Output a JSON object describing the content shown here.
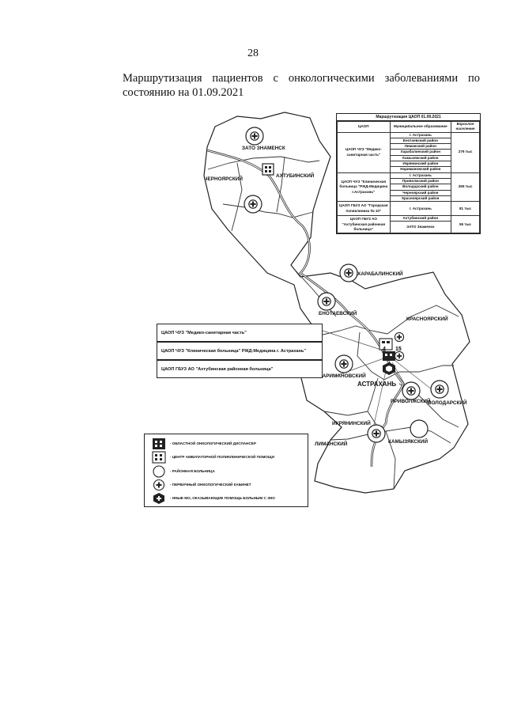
{
  "page_number": "28",
  "title": "Маршрутизация пациентов с онкологическими заболеваниями по состоянию на 01.09.2021",
  "regions": {
    "zato_znamensk": "ЗАТО ЗНАМЕНСК",
    "akhtubinsky": "АХТУБИНСКИЙ",
    "chernoyarsky": "ЧЕРНОЯРСКИЙ",
    "kharabalinsky": "ХАРАБАЛИНСКИЙ",
    "enotaevsky": "ЕНОТАЕВСКИЙ",
    "krasnoyarsky": "КРАСНОЯРСКИЙ",
    "narimanovsky": "НАРИМАНОВСКИЙ",
    "astrakhan": "АСТРАХАНЬ",
    "privolzhsky": "ПРИВОЛЖСКИЙ",
    "volodarsky": "ВОЛОДАРСКИЙ",
    "ikryaninsky": "ИКРЯНИНСКИЙ",
    "limansky": "ЛИМАНСКИЙ",
    "kamyzyaksky": "КАМЫЗЯКСКИЙ"
  },
  "marker_numbers": {
    "n4": "4",
    "n15": "15"
  },
  "routing_table": {
    "caption": "Маршрутизация ЦАОП 01.09.2021",
    "headers": [
      "ЦАОП",
      "Муниципальное образование",
      "Взрослое население"
    ],
    "groups": [
      {
        "caop": "ЦАОП ЧУЗ \"Медико-санитарная часть\"",
        "population": "279 тыс",
        "municipalities": [
          "г. Астрахань",
          "Енотаевский район",
          "Лиманский район",
          "Харабалинский район",
          "Камызякский район",
          "Икрянинский район",
          "Наримановский район"
        ]
      },
      {
        "caop": "ЦАОП ЧУЗ \"Клиническая больница \"РЖД-Медицина г.Астрахань\"",
        "population": "295 тыс",
        "municipalities": [
          "г. Астрахань",
          "Приволжский район",
          "Володарский район",
          "Черноярский район",
          "Красноярский район"
        ]
      },
      {
        "caop": "ЦАОП ГБУЗ АО \"Городская поликлиника № 10\"",
        "population": "81 тыс",
        "municipalities": [
          "г. Астрахань"
        ]
      },
      {
        "caop": "ЦАОП ГБУЗ АО \"Ахтубинская районная больница\"",
        "population": "55 тыс",
        "municipalities": [
          "Ахтубинский район",
          "ЗАТО Знаменск"
        ]
      }
    ]
  },
  "caop_legend": [
    "ЦАОП ЧУЗ \"Медико-санитарная часть\"",
    "ЦАОП ЧУЗ \"Клиническая больница\" РЖД-Медицина г. Астрахань\"",
    "ЦАОП ГБУЗ АО \"Ахтубинская районная больница\""
  ],
  "symbol_legend": [
    {
      "icon": "oncology-dispensary-icon",
      "label": "- ОБЛАСТНОЙ ОНКОЛОГИЧЕСКИЙ ДИСПАНСЕР"
    },
    {
      "icon": "outpatient-center-icon",
      "label": "- ЦЕНТР АМБУЛАТОРНОЙ ПОЛИКЛИНИЧЕСКОЙ ПОМОЩИ"
    },
    {
      "icon": "district-hospital-icon",
      "label": "- РАЙОННАЯ БОЛЬНИЦА"
    },
    {
      "icon": "primary-oncology-cabinet-icon",
      "label": "- ПЕРВИЧНЫЙ ОНКОЛОГИЧЕСКИЙ КАБИНЕТ"
    },
    {
      "icon": "other-mo-icon",
      "label": "- ИНЫЕ МО, ОКАЗЫВАЮЩИЕ ПОМОЩЬ БОЛЬНЫМ С ЗНО"
    }
  ]
}
